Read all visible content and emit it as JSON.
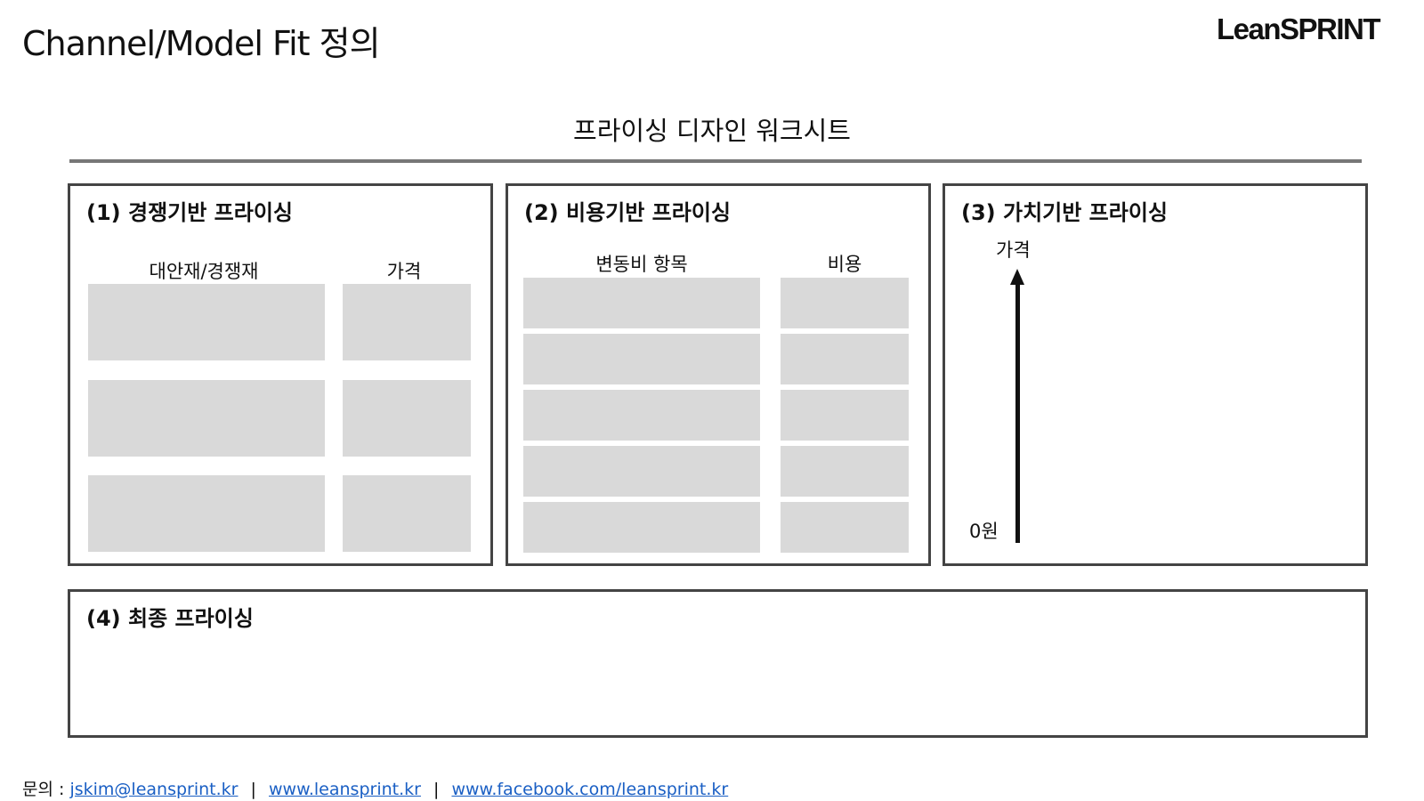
{
  "header": {
    "title": "Channel/Model Fit 정의",
    "logo": "LeanSPRINT"
  },
  "worksheet_title": "프라이싱 디자인 워크시트",
  "panels": {
    "competitive": {
      "title": "(1) 경쟁기반 프라이싱",
      "col1": "대안재/경쟁재",
      "col2": "가격",
      "rows": 3
    },
    "cost": {
      "title": "(2) 비용기반 프라이싱",
      "col1": "변동비 항목",
      "col2": "비용",
      "rows": 5
    },
    "value": {
      "title": "(3) 가치기반 프라이싱",
      "axis_top": "가격",
      "axis_bottom": "0원"
    },
    "final": {
      "title": "(4) 최종 프라이싱"
    }
  },
  "footer": {
    "label": "문의 :",
    "email": "jskim@leansprint.kr",
    "sep1": "|",
    "website": "www.leansprint.kr",
    "sep2": "|",
    "facebook": "www.facebook.com/leansprint.kr"
  }
}
